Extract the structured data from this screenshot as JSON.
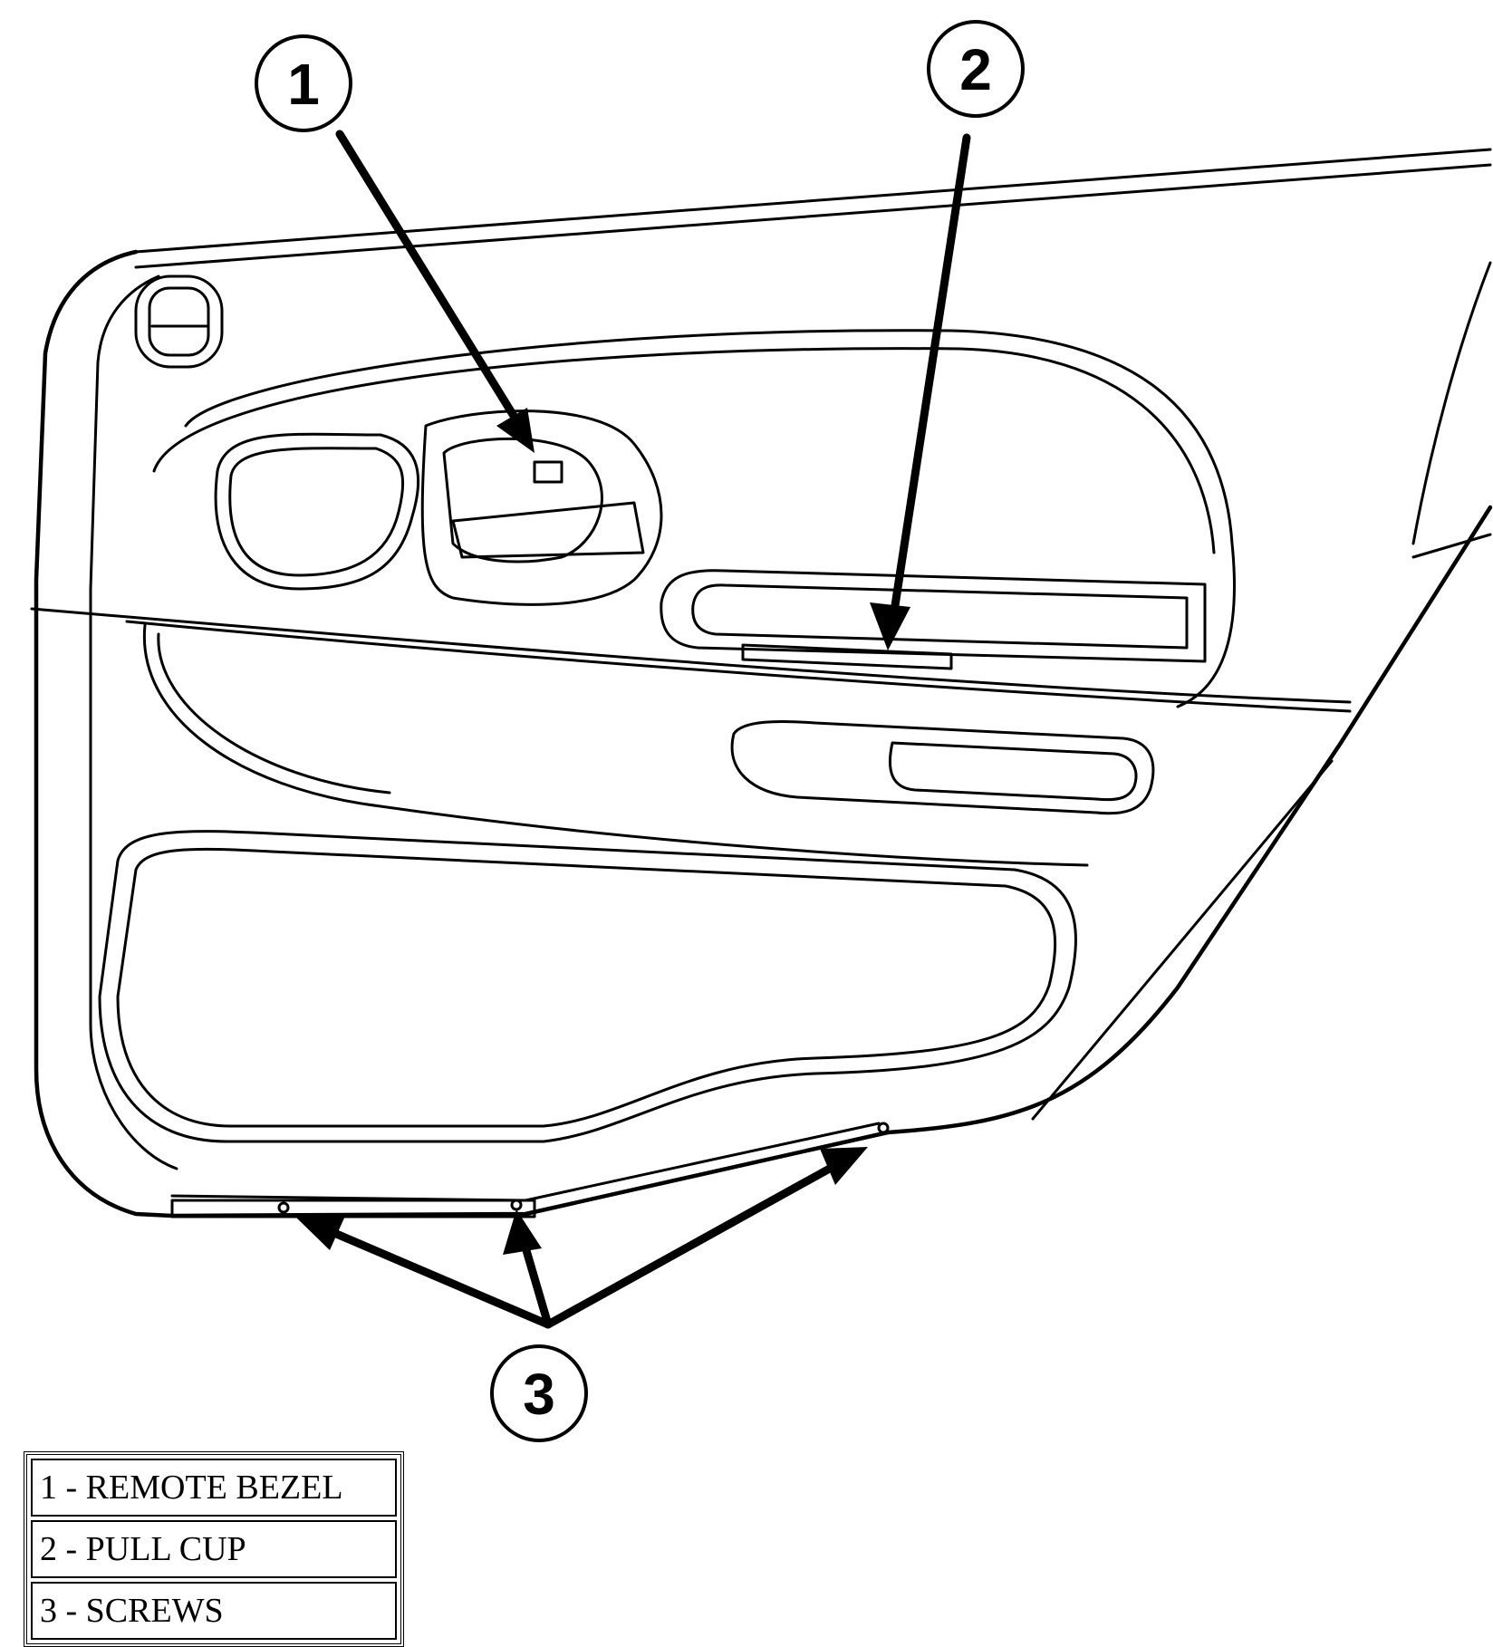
{
  "callouts": [
    {
      "number": "1"
    },
    {
      "number": "2"
    },
    {
      "number": "3"
    }
  ],
  "legend": {
    "items": [
      {
        "label": "1 - REMOTE BEZEL"
      },
      {
        "label": "2 - PULL CUP"
      },
      {
        "label": "3 - SCREWS"
      }
    ]
  },
  "colors": {
    "ink": "#000000",
    "background": "#ffffff"
  }
}
